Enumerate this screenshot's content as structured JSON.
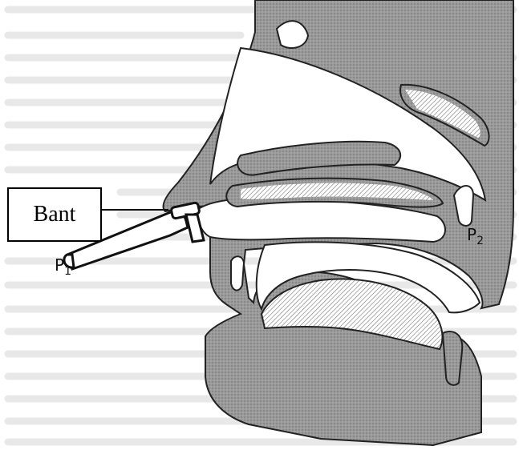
{
  "diagram": {
    "callout_label": "Bant",
    "probe_labels": [
      {
        "letter": "P",
        "subscript": "1"
      },
      {
        "letter": "P",
        "subscript": "2"
      }
    ]
  },
  "colors": {
    "tissue": "#8f8f8f",
    "outline": "#111111",
    "faded_text": "#c9c9c9",
    "background": "#ffffff"
  }
}
